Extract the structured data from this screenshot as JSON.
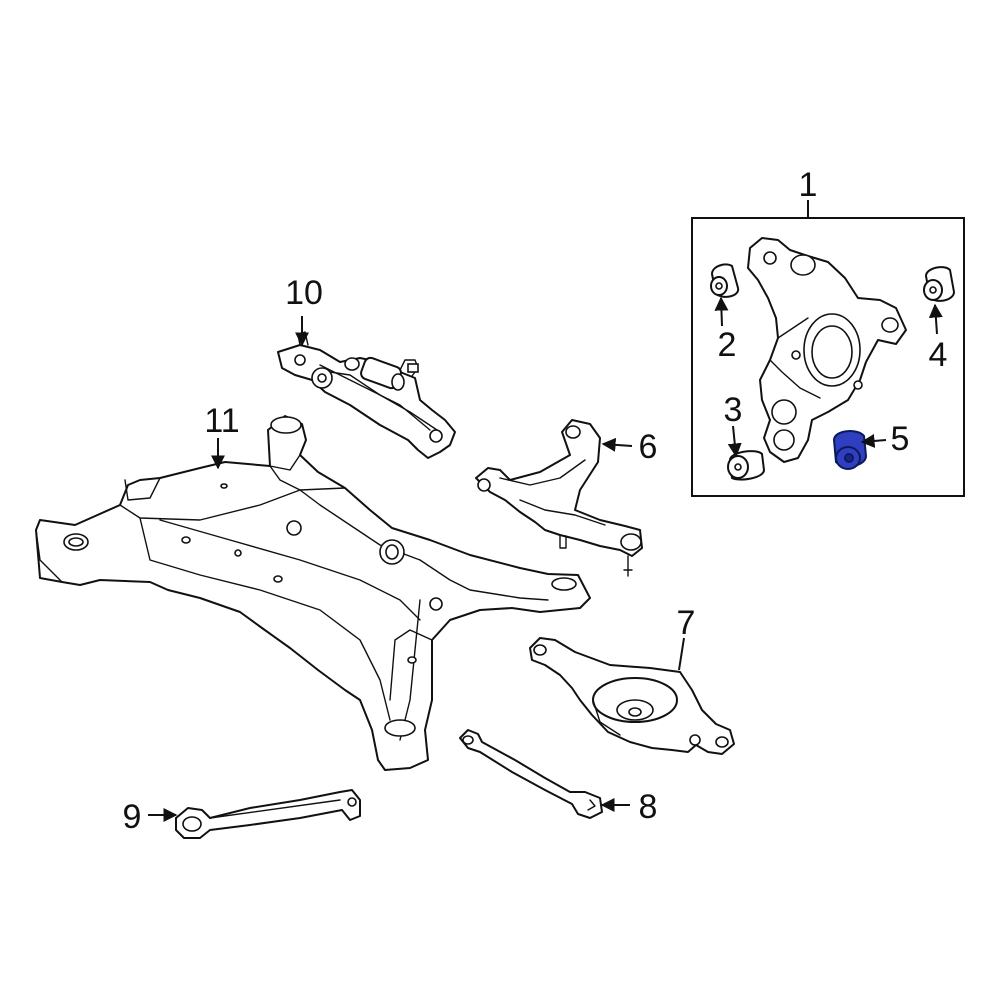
{
  "callouts": {
    "c1": "1",
    "c2": "2",
    "c3": "3",
    "c4": "4",
    "c5": "5",
    "c6": "6",
    "c7": "7",
    "c8": "8",
    "c9": "9",
    "c10": "10",
    "c11": "11"
  },
  "highlighted_part": "5",
  "colors": {
    "highlight_fill": "#2f3fbf",
    "highlight_dark": "#18248a",
    "line": "#111111",
    "background": "#ffffff"
  }
}
